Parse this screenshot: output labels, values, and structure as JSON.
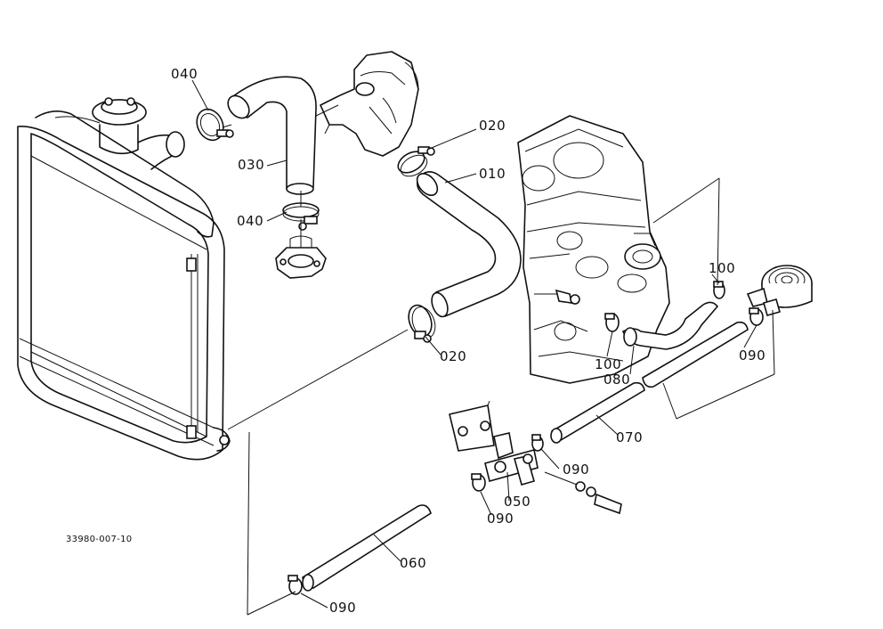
{
  "drawing_number": "33980-007-10",
  "callouts": [
    {
      "id": "label-040-top",
      "text": "040"
    },
    {
      "id": "label-030",
      "text": "030"
    },
    {
      "id": "label-040-lower",
      "text": "040"
    },
    {
      "id": "label-020-top",
      "text": "020"
    },
    {
      "id": "label-010",
      "text": "010"
    },
    {
      "id": "label-020-lower",
      "text": "020"
    },
    {
      "id": "label-100-right",
      "text": "100"
    },
    {
      "id": "label-100-left",
      "text": "100"
    },
    {
      "id": "label-080",
      "text": "080"
    },
    {
      "id": "label-090-right",
      "text": "090"
    },
    {
      "id": "label-070",
      "text": "070"
    },
    {
      "id": "label-090-mid",
      "text": "090"
    },
    {
      "id": "label-050",
      "text": "050"
    },
    {
      "id": "label-090-lower",
      "text": "090"
    },
    {
      "id": "label-060",
      "text": "060"
    },
    {
      "id": "label-090-bottom",
      "text": "090"
    }
  ]
}
